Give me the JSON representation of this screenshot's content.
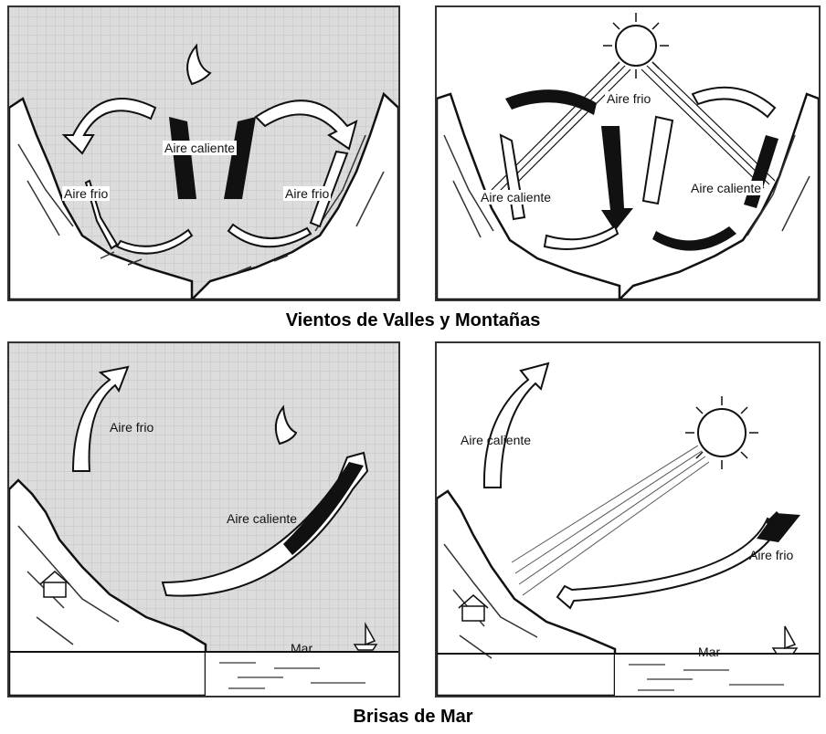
{
  "sections": [
    {
      "caption": "Vientos de Valles y Montañas",
      "night_panel": {
        "labels": {
          "warm": "Aire caliente",
          "cold_left": "Aire frio",
          "cold_right": "Aire frio"
        }
      },
      "day_panel": {
        "labels": {
          "cold": "Aire frio",
          "warm_left": "Aire caliente",
          "warm_right": "Aire caliente"
        }
      }
    },
    {
      "caption": "Brisas de Mar",
      "night_panel": {
        "labels": {
          "cold": "Aire frio",
          "warm": "Aire caliente",
          "sea": "Mar"
        }
      },
      "day_panel": {
        "labels": {
          "warm": "Aire caliente",
          "cold": "Aire frio",
          "sea": "Mar"
        }
      }
    }
  ],
  "colors": {
    "ink": "#111111",
    "night_sky": "#d9d9d9",
    "day_sky": "#ffffff"
  }
}
